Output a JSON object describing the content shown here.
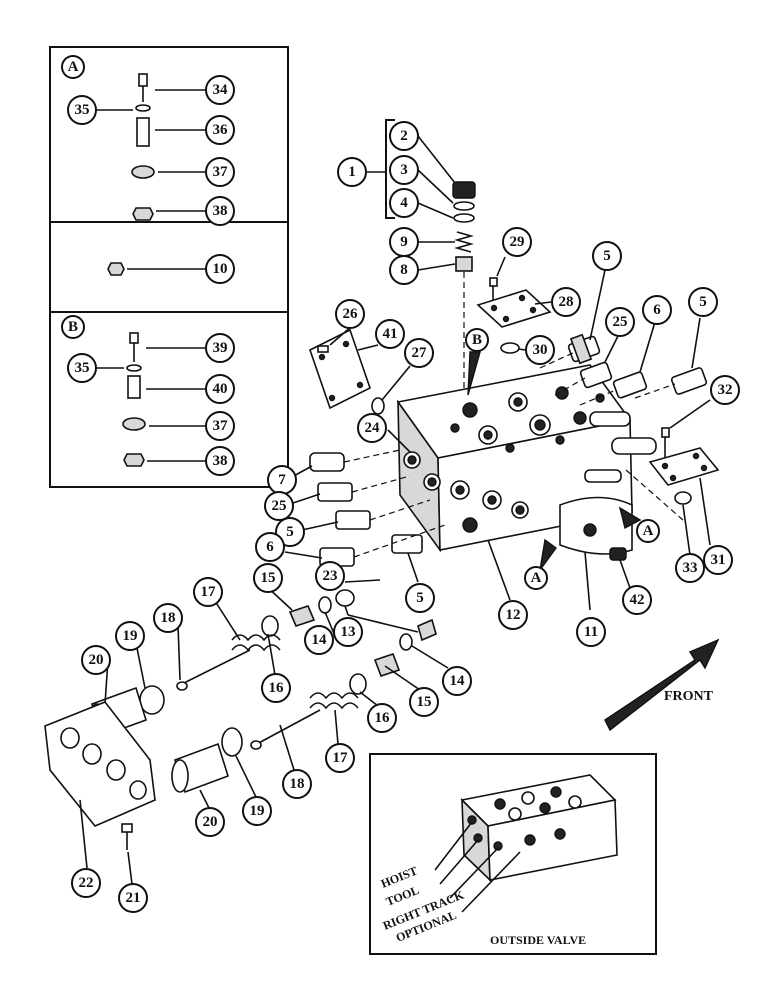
{
  "inset_a": {
    "letter": "A",
    "callouts": [
      "34",
      "35",
      "36",
      "37",
      "38"
    ]
  },
  "inset_mid": {
    "callouts": [
      "10"
    ]
  },
  "inset_b": {
    "letter": "B",
    "callouts": [
      "39",
      "35",
      "40",
      "37",
      "38"
    ]
  },
  "main_callouts": [
    "1",
    "2",
    "3",
    "4",
    "9",
    "8",
    "29",
    "28",
    "26",
    "41",
    "27",
    "30",
    "5",
    "25",
    "6",
    "5",
    "32",
    "24",
    "7",
    "25",
    "5",
    "6",
    "23",
    "5",
    "12",
    "11",
    "42",
    "31",
    "33",
    "15",
    "17",
    "18",
    "14",
    "13",
    "19",
    "20",
    "16",
    "14",
    "15",
    "16",
    "17",
    "18",
    "19",
    "20",
    "22",
    "21"
  ],
  "pointer_letters": [
    "B",
    "A",
    "A"
  ],
  "front_label": "FRONT",
  "outside_valve": {
    "title": "OUTSIDE VALVE",
    "labels": [
      "HOIST",
      "TOOL",
      "RIGHT TRACK",
      "OPTIONAL"
    ]
  }
}
